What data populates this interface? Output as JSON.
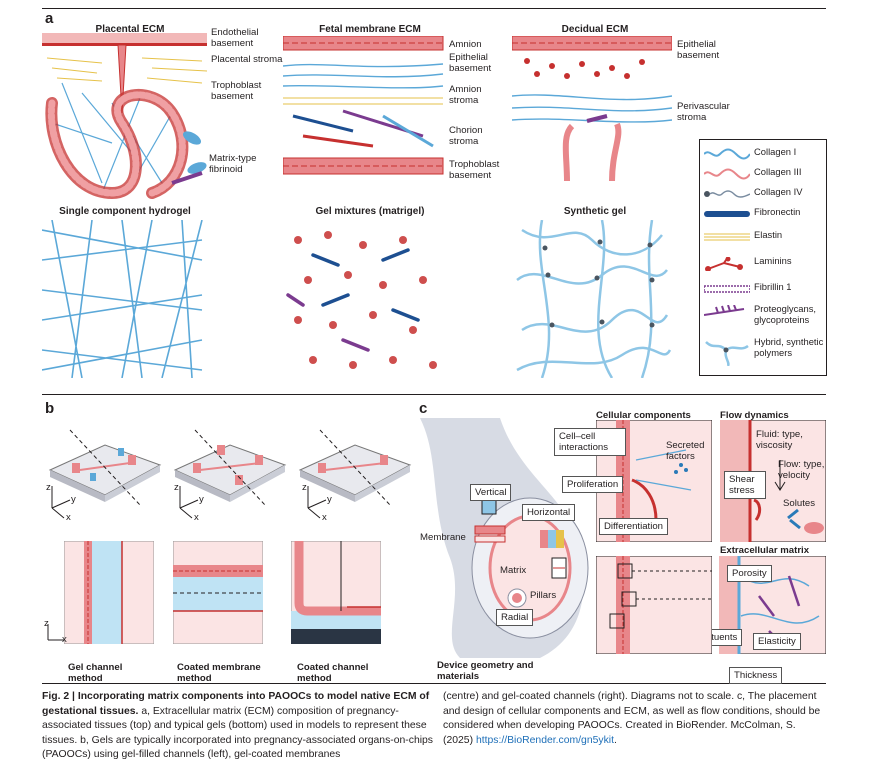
{
  "panel_labels": {
    "a": "a",
    "b": "b",
    "c": "c"
  },
  "panel_a": {
    "placental": {
      "title": "Placental ECM",
      "labels": [
        "Endothelial basement",
        "Placental stroma",
        "Trophoblast basement",
        "Matrix-type fibrinoid"
      ]
    },
    "fetal": {
      "title": "Fetal membrane ECM",
      "labels": [
        "Amnion",
        "Epithelial basement",
        "Amnion stroma",
        "Chorion stroma",
        "Trophoblast basement"
      ]
    },
    "decidual": {
      "title": "Decidual ECM",
      "labels": [
        "Epithelial basement",
        "Perivascular stroma"
      ]
    },
    "gels": {
      "single": "Single component hydrogel",
      "mixtures": "Gel mixtures (matrigel)",
      "synthetic": "Synthetic gel"
    },
    "legend": [
      {
        "label": "Collagen I",
        "icon": "collagen-i"
      },
      {
        "label": "Collagen III",
        "icon": "collagen-iii"
      },
      {
        "label": "Collagen IV",
        "icon": "collagen-iv"
      },
      {
        "label": "Fibronectin",
        "icon": "fibronectin"
      },
      {
        "label": "Elastin",
        "icon": "elastin"
      },
      {
        "label": "Laminins",
        "icon": "laminins"
      },
      {
        "label": "Fibrillin 1",
        "icon": "fibrillin"
      },
      {
        "label": "Proteoglycans, glycoproteins",
        "icon": "proteoglycans"
      },
      {
        "label": "Hybrid, synthetic polymers",
        "icon": "hybrid-polymers"
      }
    ],
    "colors": {
      "collagen": "#5ba8d8",
      "laminin": "#c6302f",
      "tissue": "#e8868a",
      "fibronectin": "#1d4f91",
      "elastin": "#e6c24a",
      "proteoglycan": "#7b3b8f"
    }
  },
  "panel_b": {
    "axes": {
      "z": "z",
      "y": "y",
      "x": "x"
    },
    "methods": [
      "Gel channel method",
      "Coated membrane method",
      "Coated channel method"
    ]
  },
  "panel_c": {
    "device_caption": "Device geometry and materials",
    "device_labels": {
      "vertical": "Vertical",
      "horizontal": "Horizontal",
      "membrane": "Membrane",
      "matrix": "Matrix",
      "pillars": "Pillars",
      "radial": "Radial"
    },
    "cellular": {
      "title": "Cellular components",
      "cell_cell": "Cell–cell interactions",
      "secreted": "Secreted factors",
      "proliferation": "Proliferation",
      "differentiation": "Differentiation"
    },
    "flow": {
      "title": "Flow dynamics",
      "fluid": "Fluid: type, viscosity",
      "flow": "Flow: type, velocity",
      "shear": "Shear stress",
      "solutes": "Solutes"
    },
    "ecm": {
      "title": "Extracellular matrix",
      "porosity": "Porosity",
      "constituents": "Constituents",
      "elasticity": "Elasticity",
      "thickness": "Thickness"
    }
  },
  "caption": {
    "fig_label": "Fig. 2 | Incorporating matrix components into PAOOCs to model native ECM of gestational tissues.",
    "left_text": " a, Extracellular matrix (ECM) composition of pregnancy-associated tissues (top) and typical gels (bottom) used in models to represent these tissues. b, Gels are typically incorporated into pregnancy-associated organs-on-chips (PAOOCs) using gel-filled channels (left), gel-coated membranes",
    "right_text": "(centre) and gel-coated channels (right). Diagrams not to scale. c, The placement and design of cellular components and ECM, as well as flow conditions, should be considered when developing PAOOCs. Created in BioRender. McColman, S. (2025) ",
    "link": "https://BioRender.com/gn5ykit",
    "link_suffix": "."
  }
}
